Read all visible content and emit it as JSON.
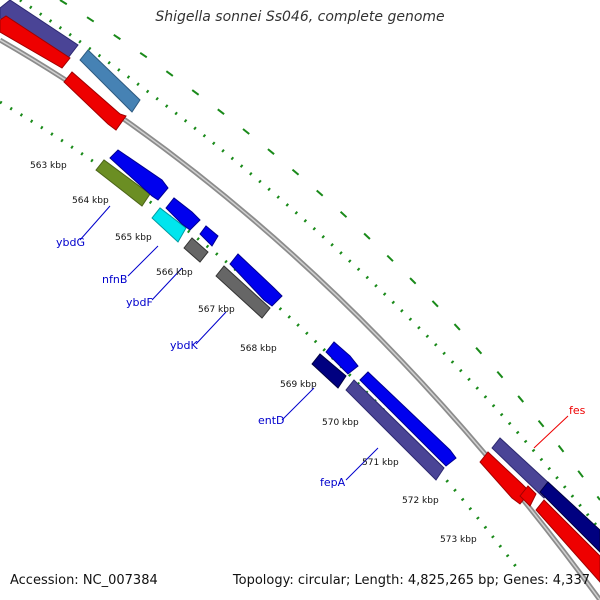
{
  "header": {
    "title": "Shigella sonnei Ss046, complete genome"
  },
  "footer": {
    "accession": "Accession: NC_007384",
    "topology": "Topology: circular; Length: 4,825,265 bp; Genes: 4,337"
  },
  "ticks": [
    "563 kbp",
    "564 kbp",
    "565 kbp",
    "566 kbp",
    "567 kbp",
    "568 kbp",
    "569 kbp",
    "570 kbp",
    "571 kbp",
    "572 kbp",
    "573 kbp"
  ],
  "genes": [
    {
      "name": "ybdG",
      "color": "#0000ff"
    },
    {
      "name": "nfnB",
      "color": "#0000ff"
    },
    {
      "name": "ybdF",
      "color": "#0000ff"
    },
    {
      "name": "ybdK",
      "color": "#0000ff"
    },
    {
      "name": "entD",
      "color": "#0000ff"
    },
    {
      "name": "fepA",
      "color": "#0000ff"
    },
    {
      "name": "fes",
      "color": "#ff0000"
    }
  ],
  "colors": {
    "cds_blue": "#0000ee",
    "cds_slate": "#4a4496",
    "cds_red": "#ee0000",
    "cds_navy": "#000080",
    "cds_steel": "#4682b4",
    "cds_olive": "#6b8e23",
    "cds_cyan": "#00e5ee",
    "cds_gray": "#666666",
    "backbone": "#8c8c8c",
    "tick_green": "#1a8a1a"
  }
}
